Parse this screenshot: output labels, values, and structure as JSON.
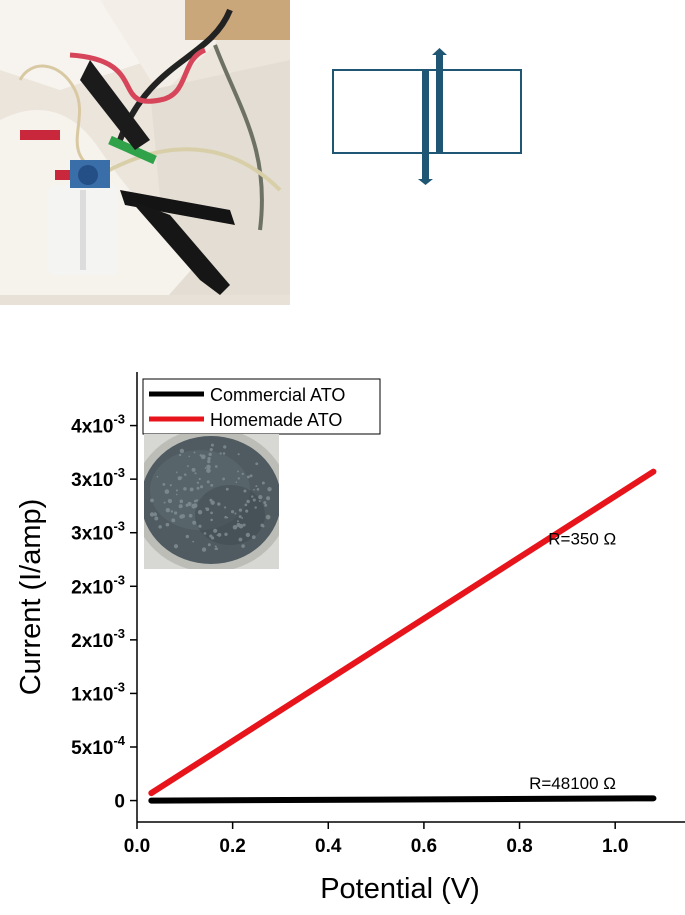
{
  "chart_data": {
    "type": "line",
    "title": "",
    "xlabel": "Potential (V)",
    "ylabel": "Current (I/amp)",
    "xlim": [
      0.0,
      1.1
    ],
    "ylim": [
      -0.0002,
      0.004
    ],
    "x_ticks": [
      {
        "value": 0.0,
        "label": "0.0"
      },
      {
        "value": 0.2,
        "label": "0.2"
      },
      {
        "value": 0.4,
        "label": "0.4"
      },
      {
        "value": 0.6,
        "label": "0.6"
      },
      {
        "value": 0.8,
        "label": "0.8"
      },
      {
        "value": 1.0,
        "label": "1.0"
      }
    ],
    "y_ticks": [
      {
        "value": 0,
        "mant": "0",
        "exp": ""
      },
      {
        "value": 0.0005,
        "mant": "5x10",
        "exp": "-4"
      },
      {
        "value": 0.001,
        "mant": "1x10",
        "exp": "-3"
      },
      {
        "value": 0.0015,
        "mant": "2x10",
        "exp": "-3"
      },
      {
        "value": 0.002,
        "mant": "2x10",
        "exp": "-3"
      },
      {
        "value": 0.0025,
        "mant": "3x10",
        "exp": "-3"
      },
      {
        "value": 0.003,
        "mant": "3x10",
        "exp": "-3"
      },
      {
        "value": 0.0035,
        "mant": "4x10",
        "exp": "-3"
      }
    ],
    "series": [
      {
        "name": "Commercial ATO",
        "color": "#000000",
        "x": [
          0.03,
          1.08
        ],
        "y": [
          -5e-07,
          2.1e-05
        ]
      },
      {
        "name": "Homemade ATO",
        "color": "#e8141b",
        "x": [
          0.03,
          1.08
        ],
        "y": [
          7e-05,
          0.00307
        ]
      }
    ],
    "legend_position": "top-left",
    "annotations": [
      {
        "text": "R=350 Ω",
        "x": 0.86,
        "y": 0.00239
      },
      {
        "text": "R=48100 Ω",
        "x": 0.82,
        "y": 0.00011
      }
    ]
  }
}
